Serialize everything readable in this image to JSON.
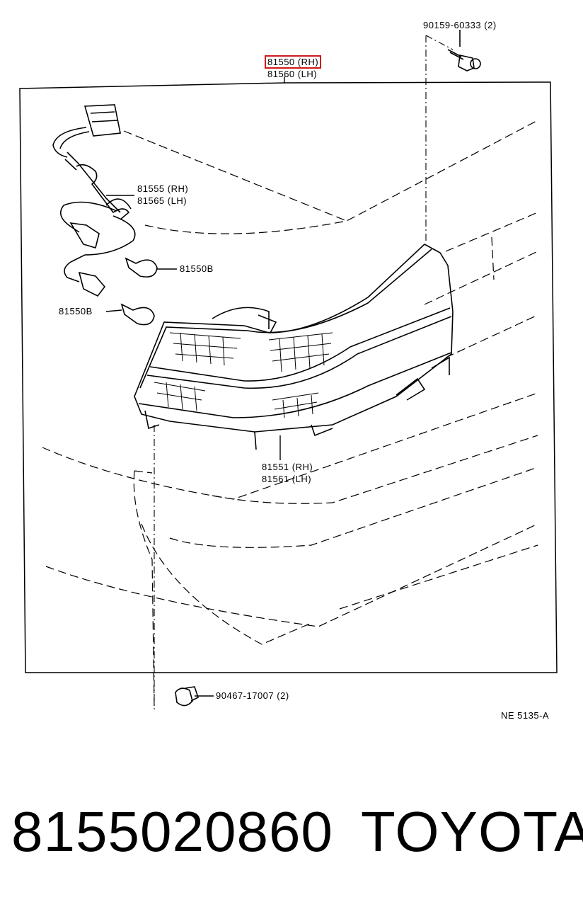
{
  "callouts": {
    "bolt_part": "90159-60333",
    "bolt_qty": "(2)",
    "assembly_rh": "81550 (RH)",
    "assembly_lh": "81560 (LH)",
    "socket_rh": "81555 (RH)",
    "socket_lh": "81565 (LH)",
    "bulb_upper": "81550B",
    "bulb_lower": "81550B",
    "lens_rh": "81551 (RH)",
    "lens_lh": "81561 (LH)",
    "nut_part": "90467-17007",
    "nut_qty": "(2)",
    "figure_code": "NE 5135-A"
  },
  "caption": {
    "part_number": "8155020860",
    "brand": "TOYOTA"
  },
  "colors": {
    "ink": "#000000",
    "highlight": "#d0191b",
    "background": "#ffffff"
  }
}
